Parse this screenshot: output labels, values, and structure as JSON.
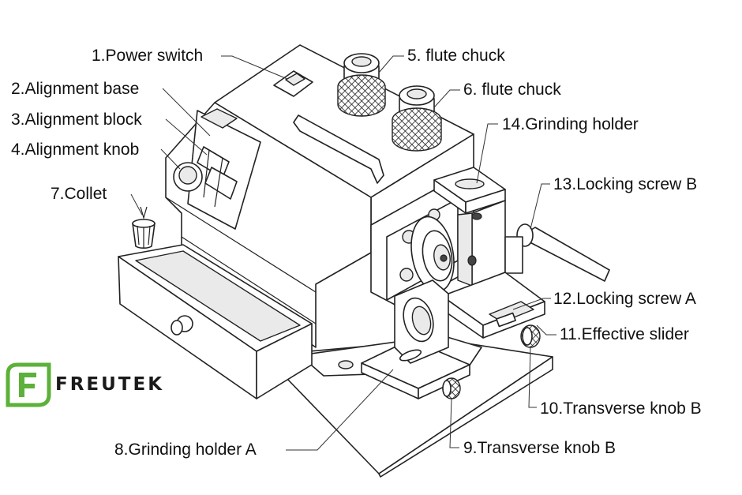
{
  "brand": {
    "name": "FREUTEK",
    "logo_letter": "F",
    "logo_color": "#5cb13a"
  },
  "labels": [
    {
      "id": "1",
      "text": "1.Power switch"
    },
    {
      "id": "2",
      "text": "2.Alignment base"
    },
    {
      "id": "3",
      "text": "3.Alignment block"
    },
    {
      "id": "4",
      "text": "4.Alignment knob"
    },
    {
      "id": "5",
      "text": "5. flute chuck"
    },
    {
      "id": "6",
      "text": "6. flute chuck"
    },
    {
      "id": "7",
      "text": "7.Collet"
    },
    {
      "id": "8",
      "text": "8.Grinding holder A"
    },
    {
      "id": "9",
      "text": "9.Transverse knob B"
    },
    {
      "id": "10",
      "text": "10.Transverse knob B"
    },
    {
      "id": "11",
      "text": "11.Effective slider"
    },
    {
      "id": "12",
      "text": "12.Locking screw A"
    },
    {
      "id": "13",
      "text": "13.Locking screw B"
    },
    {
      "id": "14",
      "text": "14.Grinding holder"
    }
  ]
}
